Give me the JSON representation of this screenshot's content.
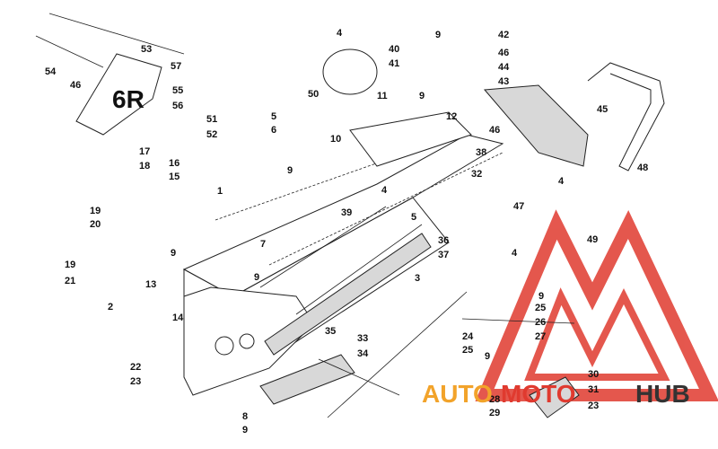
{
  "callouts": [
    {
      "id": "c1",
      "label": "1"
    },
    {
      "id": "c2",
      "label": "2"
    },
    {
      "id": "c3",
      "label": "3"
    },
    {
      "id": "c4a",
      "label": "4"
    },
    {
      "id": "c4b",
      "label": "4"
    },
    {
      "id": "c4c",
      "label": "4"
    },
    {
      "id": "c4d",
      "label": "4"
    },
    {
      "id": "c5a",
      "label": "5"
    },
    {
      "id": "c5b",
      "label": "5"
    },
    {
      "id": "c6",
      "label": "6"
    },
    {
      "id": "c7",
      "label": "7"
    },
    {
      "id": "c8",
      "label": "8"
    },
    {
      "id": "c9a",
      "label": "9"
    },
    {
      "id": "c9b",
      "label": "9"
    },
    {
      "id": "c9c",
      "label": "9"
    },
    {
      "id": "c9d",
      "label": "9"
    },
    {
      "id": "c9e",
      "label": "9"
    },
    {
      "id": "c9f",
      "label": "9"
    },
    {
      "id": "c9g",
      "label": "9"
    },
    {
      "id": "c9h",
      "label": "9"
    },
    {
      "id": "c10",
      "label": "10"
    },
    {
      "id": "c11",
      "label": "11"
    },
    {
      "id": "c12",
      "label": "12"
    },
    {
      "id": "c13",
      "label": "13"
    },
    {
      "id": "c14",
      "label": "14"
    },
    {
      "id": "c15",
      "label": "15"
    },
    {
      "id": "c16",
      "label": "16"
    },
    {
      "id": "c17",
      "label": "17"
    },
    {
      "id": "c18",
      "label": "18"
    },
    {
      "id": "c19a",
      "label": "19"
    },
    {
      "id": "c19b",
      "label": "19"
    },
    {
      "id": "c20",
      "label": "20"
    },
    {
      "id": "c21",
      "label": "21"
    },
    {
      "id": "c22",
      "label": "22"
    },
    {
      "id": "c23a",
      "label": "23"
    },
    {
      "id": "c23b",
      "label": "23"
    },
    {
      "id": "c24",
      "label": "24"
    },
    {
      "id": "c25a",
      "label": "25"
    },
    {
      "id": "c25b",
      "label": "25"
    },
    {
      "id": "c26",
      "label": "26"
    },
    {
      "id": "c27",
      "label": "27"
    },
    {
      "id": "c28",
      "label": "28"
    },
    {
      "id": "c29",
      "label": "29"
    },
    {
      "id": "c30",
      "label": "30"
    },
    {
      "id": "c31",
      "label": "31"
    },
    {
      "id": "c32",
      "label": "32"
    },
    {
      "id": "c33",
      "label": "33"
    },
    {
      "id": "c34",
      "label": "34"
    },
    {
      "id": "c35",
      "label": "35"
    },
    {
      "id": "c36",
      "label": "36"
    },
    {
      "id": "c37",
      "label": "37"
    },
    {
      "id": "c38",
      "label": "38"
    },
    {
      "id": "c39",
      "label": "39"
    },
    {
      "id": "c40",
      "label": "40"
    },
    {
      "id": "c41",
      "label": "41"
    },
    {
      "id": "c42",
      "label": "42"
    },
    {
      "id": "c43",
      "label": "43"
    },
    {
      "id": "c44",
      "label": "44"
    },
    {
      "id": "c45",
      "label": "45"
    },
    {
      "id": "c46a",
      "label": "46"
    },
    {
      "id": "c46b",
      "label": "46"
    },
    {
      "id": "c46c",
      "label": "46"
    },
    {
      "id": "c47",
      "label": "47"
    },
    {
      "id": "c48",
      "label": "48"
    },
    {
      "id": "c49",
      "label": "49"
    },
    {
      "id": "c50",
      "label": "50"
    },
    {
      "id": "c51",
      "label": "51"
    },
    {
      "id": "c52",
      "label": "52"
    },
    {
      "id": "c53",
      "label": "53"
    },
    {
      "id": "c54",
      "label": "54"
    },
    {
      "id": "c55",
      "label": "55"
    },
    {
      "id": "c56",
      "label": "56"
    },
    {
      "id": "c57",
      "label": "57"
    }
  ],
  "side_panel_graphic": "6R",
  "watermark": {
    "word_part1": "AUTO",
    "word_part2": "MOTO",
    "word_part3": "HUB",
    "color_red": "#e03a2f",
    "color_orange": "#f2a32a",
    "color_dark": "#333333"
  }
}
